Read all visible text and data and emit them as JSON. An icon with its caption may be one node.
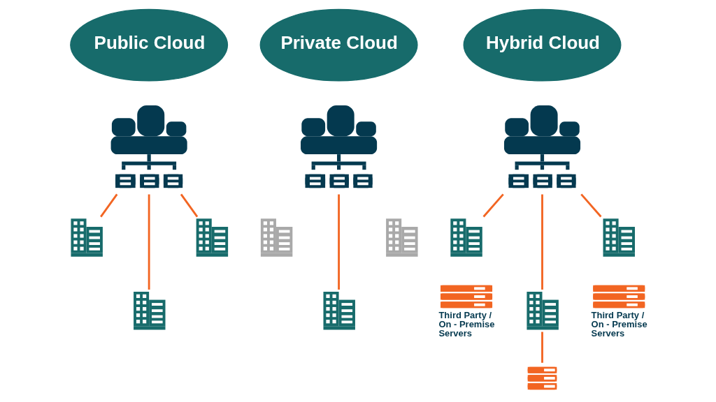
{
  "diagram": {
    "nodes": [
      {
        "text": [
          "Public Cloud"
        ]
      },
      {
        "text": [],
        "shape": "picture"
      },
      {
        "text": [],
        "shape": "picture"
      },
      {
        "text": [],
        "shape": "picture"
      },
      {
        "text": [],
        "shape": "picture"
      },
      {
        "text": [
          "Private Cloud"
        ]
      },
      {
        "text": [],
        "shape": "picture"
      },
      {
        "text": [],
        "shape": "picture"
      },
      {
        "text": [],
        "shape": "picture"
      },
      {
        "text": [],
        "shape": "picture"
      },
      {
        "text": [
          "Hybrid Cloud"
        ]
      },
      {
        "text": [],
        "shape": "picture"
      },
      {
        "text": [],
        "shape": "picture"
      },
      {
        "text": [],
        "shape": "picture"
      },
      {
        "text": [],
        "shape": "picture"
      },
      {
        "text": [],
        "shape": "picture",
        "beside": [
          "Third Party / On - Premise Servers"
        ]
      },
      {
        "text": [],
        "shape": "picture",
        "beside": [
          "Third Party / On - Premise Servers"
        ]
      },
      {
        "text": [],
        "shape": "picture"
      }
    ],
    "edges": [
      {
        "from": 1,
        "to": 2,
        "arrow": "none"
      },
      {
        "from": 1,
        "to": 3,
        "arrow": "none"
      },
      {
        "from": 1,
        "to": 4,
        "arrow": "none"
      },
      {
        "from": 6,
        "to": 8,
        "arrow": "none"
      },
      {
        "from": 11,
        "to": 12,
        "arrow": "none"
      },
      {
        "from": 11,
        "to": 13,
        "arrow": "none"
      },
      {
        "from": 11,
        "to": 14,
        "arrow": "none"
      },
      {
        "from": 13,
        "to": 17,
        "arrow": "none"
      }
    ]
  }
}
